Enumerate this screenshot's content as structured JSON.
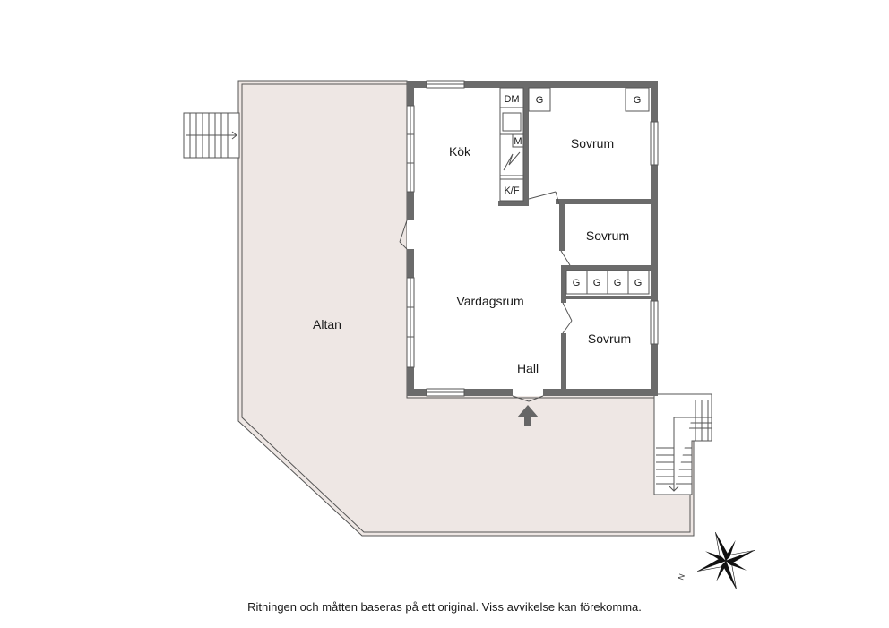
{
  "rooms": {
    "altan": "Altan",
    "kok": "Kök",
    "sovrum_1": "Sovrum",
    "sovrum_2": "Sovrum",
    "sovrum_3": "Sovrum",
    "vardagsrum": "Vardagsrum",
    "hall": "Hall"
  },
  "fixtures": {
    "dm": "DM",
    "m": "M",
    "kf": "K/F",
    "g": "G"
  },
  "compass": {
    "north_label": "N"
  },
  "disclaimer": "Ritningen och måtten baseras på ett original. Viss avvikelse kan förekomma.",
  "colors": {
    "deck_fill": "#eee7e4",
    "wall": "#6b6b6b",
    "line": "#444444"
  }
}
